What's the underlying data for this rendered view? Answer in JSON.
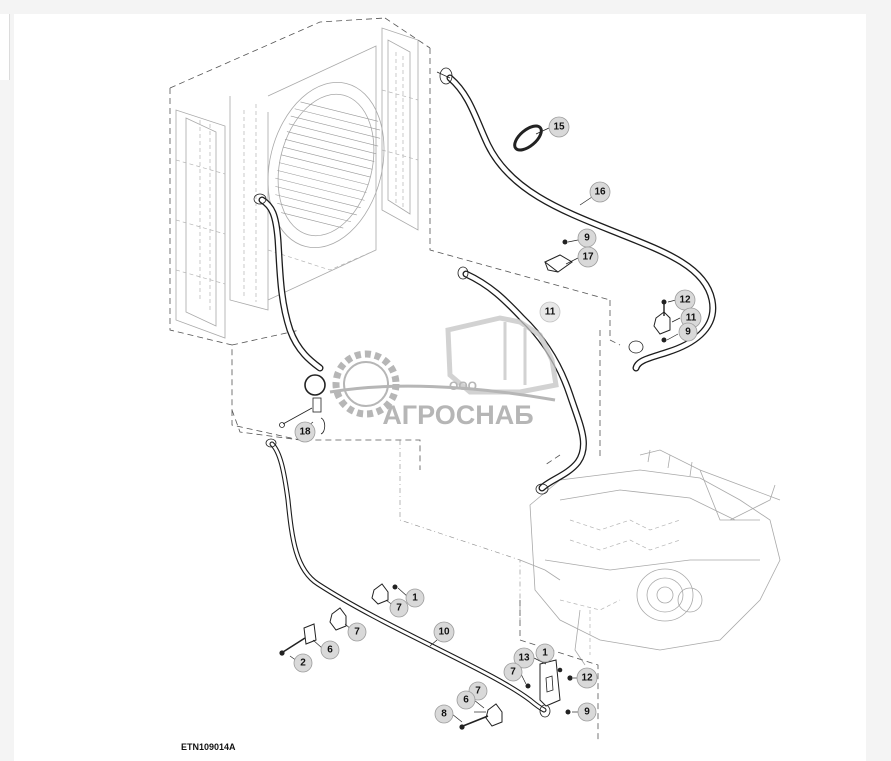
{
  "figure_id": "ETN109014A",
  "watermark": {
    "prefix": "ООО",
    "brand": "АГРОСНАБ",
    "color": "#9e9e9e"
  },
  "callouts": [
    {
      "id": "c1a",
      "label": "1"
    },
    {
      "id": "c1b",
      "label": "1"
    },
    {
      "id": "c2",
      "label": "2"
    },
    {
      "id": "c6a",
      "label": "6"
    },
    {
      "id": "c6b",
      "label": "6"
    },
    {
      "id": "c7a",
      "label": "7"
    },
    {
      "id": "c7b",
      "label": "7"
    },
    {
      "id": "c7c",
      "label": "7"
    },
    {
      "id": "c7d",
      "label": "7"
    },
    {
      "id": "c8",
      "label": "8"
    },
    {
      "id": "c9a",
      "label": "9"
    },
    {
      "id": "c9b",
      "label": "9"
    },
    {
      "id": "c9c",
      "label": "9"
    },
    {
      "id": "c10",
      "label": "10"
    },
    {
      "id": "c11a",
      "label": "11"
    },
    {
      "id": "c11b",
      "label": "11"
    },
    {
      "id": "c12a",
      "label": "12"
    },
    {
      "id": "c12b",
      "label": "12"
    },
    {
      "id": "c13",
      "label": "13"
    },
    {
      "id": "c15",
      "label": "15"
    },
    {
      "id": "c16",
      "label": "16"
    },
    {
      "id": "c17",
      "label": "17"
    },
    {
      "id": "c18",
      "label": "18"
    }
  ]
}
